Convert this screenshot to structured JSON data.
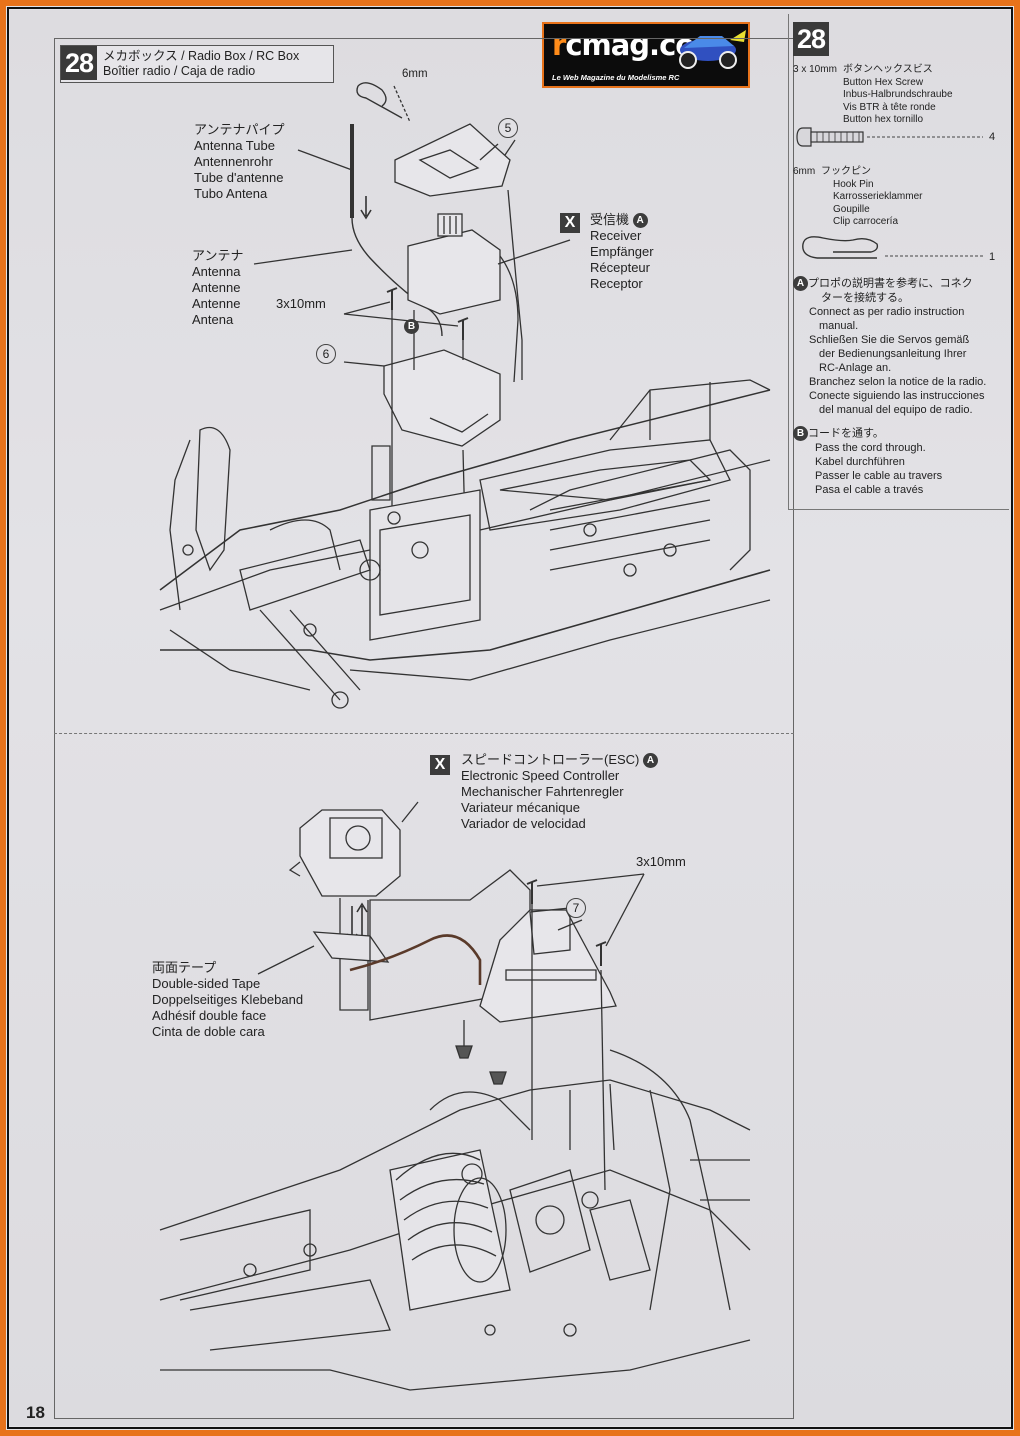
{
  "logo": {
    "name": "rcmag.com",
    "tagline": "Le Web Magazine du Modelisme RC"
  },
  "step": {
    "number": "28",
    "title_line1": "メカボックス / Radio Box / RC Box",
    "title_line2": "Boîtier radio / Caja de radio"
  },
  "parts": {
    "six_mm": "6mm",
    "antenna_tube": [
      "アンテナパイプ",
      "Antenna Tube",
      "Antennenrohr",
      "Tube d'antenne",
      "Tubo Antena"
    ],
    "antenna": [
      "アンテナ",
      "Antenna",
      "Antenne",
      "Antenne",
      "Antena"
    ],
    "screw_size": "3x10mm",
    "receiver": [
      "受信機",
      "Receiver",
      "Empfänger",
      "Récepteur",
      "Receptor"
    ],
    "callout_5": "5",
    "callout_6": "6",
    "callout_7": "7",
    "esc": [
      "スピードコントローラー(ESC)",
      "Electronic Speed Controller",
      "Mechanischer Fahrtenregler",
      "Variateur mécanique",
      "Variador de velocidad"
    ],
    "tape": [
      "両面テープ",
      "Double-sided Tape",
      "Doppelseitiges Klebeband",
      "Adhésif double face",
      "Cinta de doble cara"
    ],
    "screw_size_2": "3x10mm"
  },
  "marks": {
    "x": "X",
    "a": "A",
    "b": "B"
  },
  "sidebar": {
    "number": "28",
    "screw": {
      "size": "3 x 10mm",
      "names": [
        "ボタンヘックスビス",
        "Button Hex Screw",
        "Inbus-Halbrundschraube",
        "Vis BTR à tête ronde",
        "Button hex tornillo"
      ],
      "qty": "4"
    },
    "pin": {
      "size": "6mm",
      "names": [
        "フックピン",
        "Hook Pin",
        "Karrosserieklammer",
        "Goupille",
        "Clip carrocería"
      ],
      "qty": "1"
    },
    "note_a": [
      "プロポの説明書を参考に、コネク",
      "ターを接続する。",
      "Connect as per radio instruction",
      "manual.",
      "Schließen Sie die Servos gemäß",
      "der Bedienungsanleitung Ihrer",
      "RC-Anlage an.",
      "Branchez selon la notice de la radio.",
      "Conecte siguiendo las instrucciones",
      "del manual del equipo de radio."
    ],
    "note_b": [
      "コードを通す。",
      "Pass the cord through.",
      "Kabel durchführen",
      "Passer le cable au travers",
      "Pasa el cable a través"
    ]
  },
  "page_number": "18"
}
